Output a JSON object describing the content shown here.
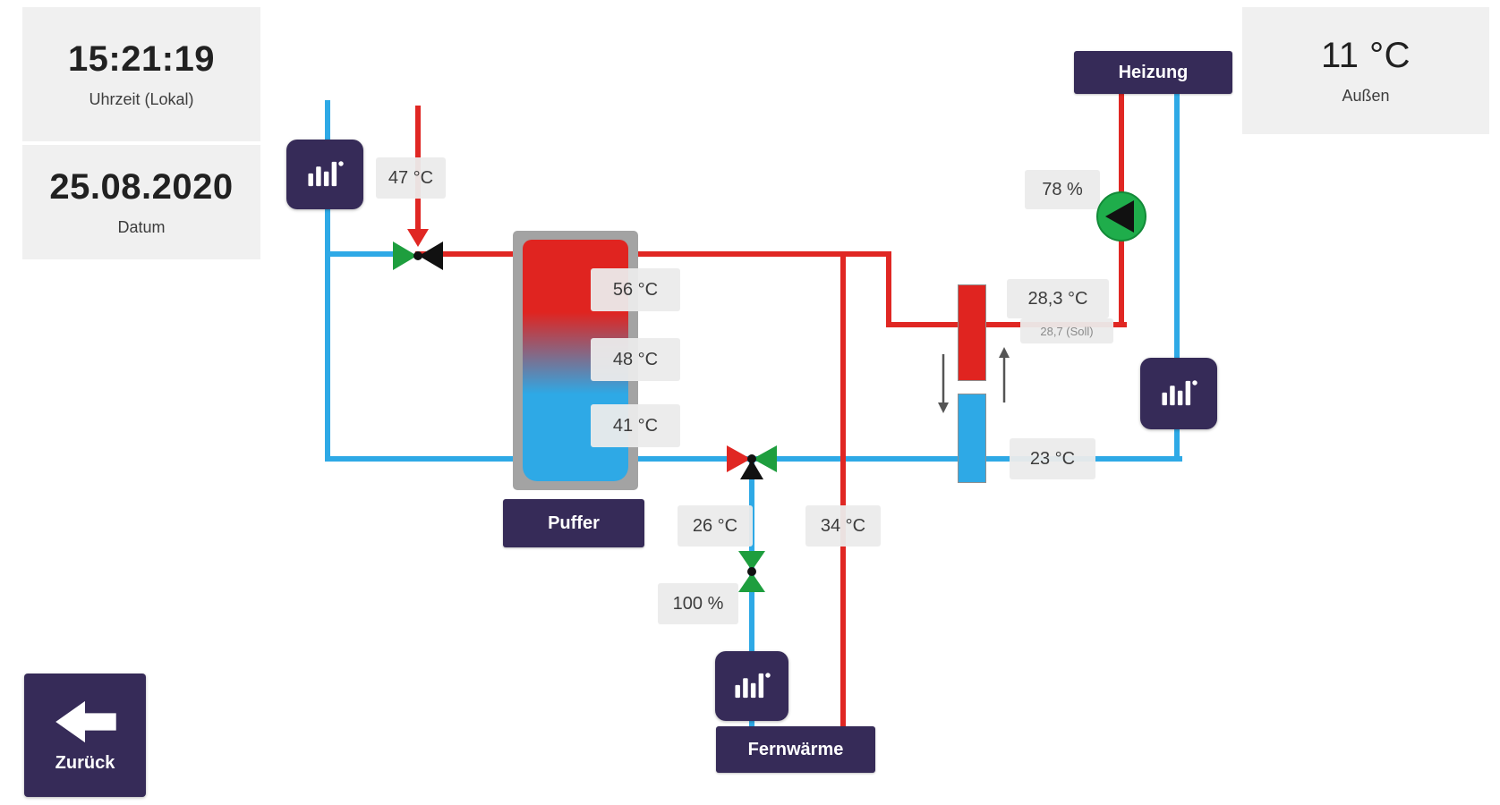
{
  "colors": {
    "pipe_hot": "#e02723",
    "pipe_cold": "#2ea9e6",
    "badge_purple": "#362b58",
    "pump_green": "#1fad4b",
    "valve_green": "#1e9e3e",
    "chip_bg": "#ebebeb",
    "card_bg": "#f0f0f0"
  },
  "header": {
    "time": "15:21:19",
    "time_label": "Uhrzeit (Lokal)",
    "date": "25.08.2020",
    "date_label": "Datum",
    "outside_temp": "11 °C",
    "outside_label": "Außen"
  },
  "nav": {
    "back_label": "Zurück"
  },
  "labels": {
    "heizung": "Heizung",
    "puffer": "Puffer",
    "fernwaerme": "Fernwärme"
  },
  "sensors": {
    "inlet_temp": "47 °C",
    "pump_speed": "78 %",
    "heizung_flow_temp": "28,3 °C",
    "heizung_flow_setpoint": "28,7 (Soll)",
    "heizung_return_temp": "23 °C",
    "puffer_top": "56 °C",
    "puffer_middle": "48 °C",
    "puffer_bottom": "41 °C",
    "fernwaerme_return_temp": "26 °C",
    "fernwaerme_supply_temp": "34 °C",
    "fernwaerme_valve_position": "100 %"
  },
  "icons": {
    "meter": "bar-meter-icon",
    "pump": "pump-icon",
    "back": "arrow-left-icon",
    "mixing_valve": "mixing-valve-icon",
    "three_way_valve": "three-way-valve-icon",
    "control_valve": "control-valve-icon",
    "flow_arrows": "up-down-arrows-icon"
  }
}
